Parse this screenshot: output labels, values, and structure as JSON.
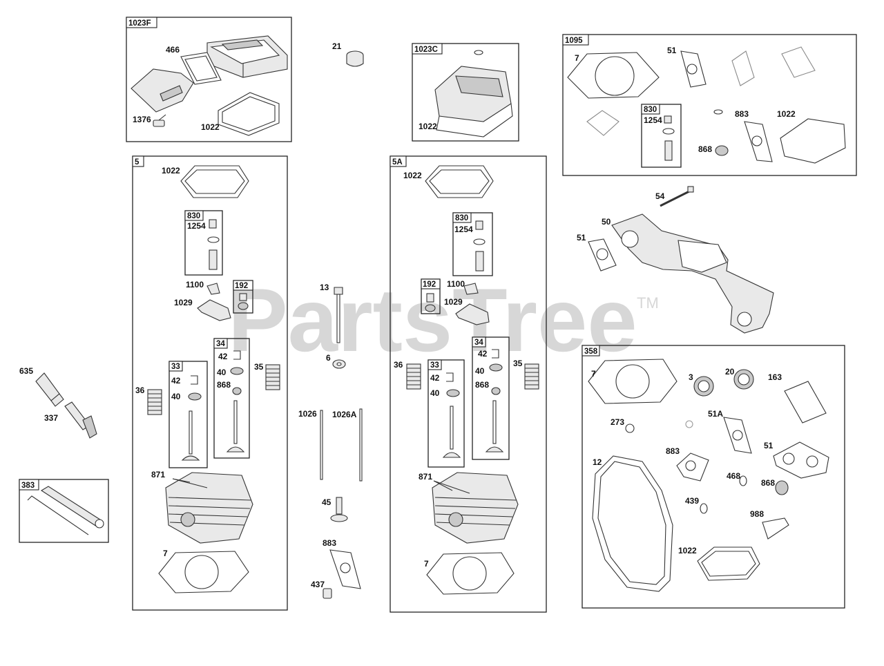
{
  "watermark": {
    "text": "PartsTree",
    "trademark": "TM",
    "color": "#d7d7d7"
  },
  "groups": {
    "g1023F": {
      "tag": "1023F",
      "labels": [
        "466",
        "1376",
        "1022"
      ]
    },
    "g1023C": {
      "tag": "1023C",
      "labels": [
        "1022"
      ]
    },
    "g1095": {
      "tag": "1095",
      "labels": [
        "7",
        "51",
        "883",
        "1022",
        "868"
      ],
      "sub830": {
        "tag": "830",
        "labels": [
          "1254"
        ]
      }
    },
    "g5": {
      "tag": "5",
      "labels": [
        "1022",
        "1100",
        "1029",
        "36",
        "35",
        "871",
        "7"
      ],
      "sub830": {
        "tag": "830",
        "labels": [
          "1254"
        ]
      },
      "sub192": {
        "tag": "192"
      },
      "sub33": {
        "tag": "33",
        "labels": [
          "42",
          "40"
        ]
      },
      "sub34": {
        "tag": "34",
        "labels": [
          "42",
          "40",
          "868"
        ]
      }
    },
    "g5A": {
      "tag": "5A",
      "labels": [
        "1022",
        "1100",
        "1029",
        "36",
        "35",
        "871",
        "7"
      ],
      "sub830": {
        "tag": "830",
        "labels": [
          "1254"
        ]
      },
      "sub192": {
        "tag": "192"
      },
      "sub33": {
        "tag": "33",
        "labels": [
          "42",
          "40"
        ]
      },
      "sub34": {
        "tag": "34",
        "labels": [
          "42",
          "40",
          "868"
        ]
      }
    },
    "g358": {
      "tag": "358",
      "labels": [
        "7",
        "3",
        "20",
        "163",
        "273",
        "51A",
        "883",
        "51",
        "12",
        "468",
        "868",
        "439",
        "988",
        "1022"
      ]
    },
    "g383": {
      "tag": "383"
    }
  },
  "loose_labels": {
    "p21": "21",
    "p13": "13",
    "p6": "6",
    "p1026": "1026",
    "p1026A": "1026A",
    "p45": "45",
    "p883": "883",
    "p437": "437",
    "p635": "635",
    "p337": "337",
    "p54": "54",
    "p50": "50",
    "p51": "51"
  }
}
